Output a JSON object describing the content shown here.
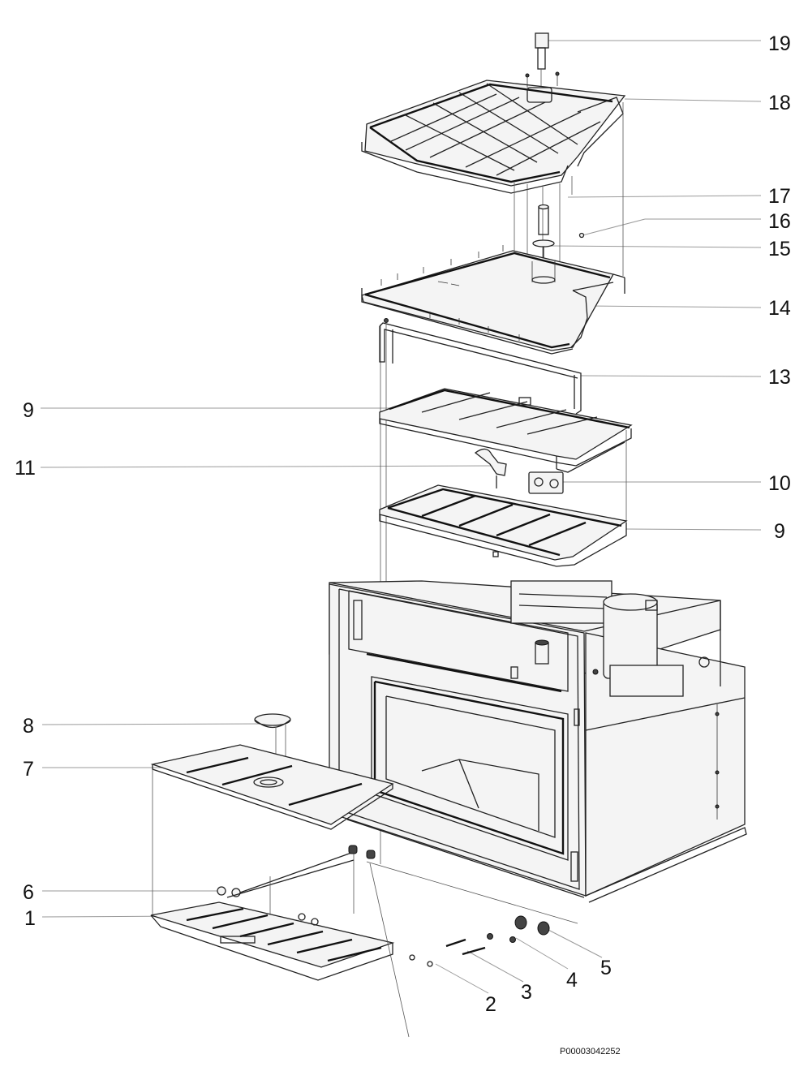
{
  "callouts": {
    "c19": "19",
    "c18": "18",
    "c17": "17",
    "c16": "16",
    "c15": "15",
    "c14": "14",
    "c13": "13",
    "c9a": "9",
    "c11": "11",
    "c10": "10",
    "c9b": "9",
    "c8": "8",
    "c7": "7",
    "c6": "6",
    "c1": "1",
    "c2": "2",
    "c3": "3",
    "c4": "4",
    "c5": "5"
  },
  "reference_code": "P00003042252"
}
